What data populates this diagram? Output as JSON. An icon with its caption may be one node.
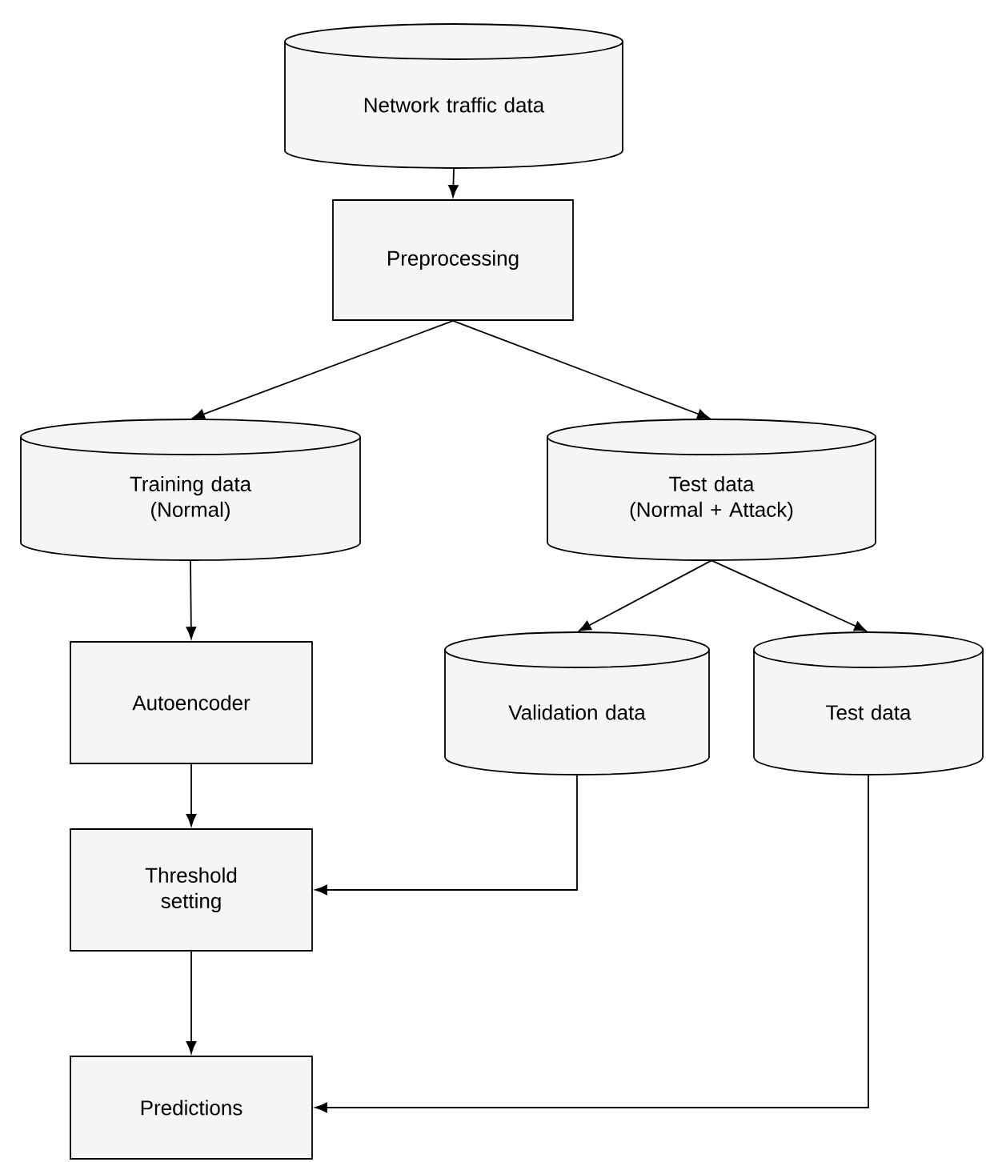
{
  "diagram": {
    "nodes": [
      {
        "text": [
          "Network traffic data"
        ]
      },
      {
        "text": [
          "Preprocessing"
        ]
      },
      {
        "text": [
          "Training data (Normal)"
        ]
      },
      {
        "text": [
          "Test data (Normal + Attack)"
        ]
      },
      {
        "text": [
          "Autoencoder"
        ]
      },
      {
        "text": [
          "Validation data"
        ]
      },
      {
        "text": [
          "Test data"
        ]
      },
      {
        "text": [
          "Threshold setting"
        ]
      },
      {
        "text": [
          "Predictions"
        ]
      }
    ],
    "edges": [
      {
        "from": 0,
        "to": 1,
        "arrow": "to"
      },
      {
        "from": 1,
        "to": 2,
        "arrow": "to"
      },
      {
        "from": 1,
        "to": 3,
        "arrow": "to"
      },
      {
        "from": 2,
        "to": 4,
        "arrow": "to"
      },
      {
        "from": 3,
        "to": 5,
        "arrow": "to"
      },
      {
        "from": 3,
        "to": 6,
        "arrow": "to"
      },
      {
        "from": 4,
        "to": 7,
        "arrow": "to"
      },
      {
        "from": 5,
        "to": 7,
        "arrow": "to"
      },
      {
        "from": 7,
        "to": 8,
        "arrow": "to"
      },
      {
        "from": 6,
        "to": 8,
        "arrow": "to"
      }
    ]
  }
}
